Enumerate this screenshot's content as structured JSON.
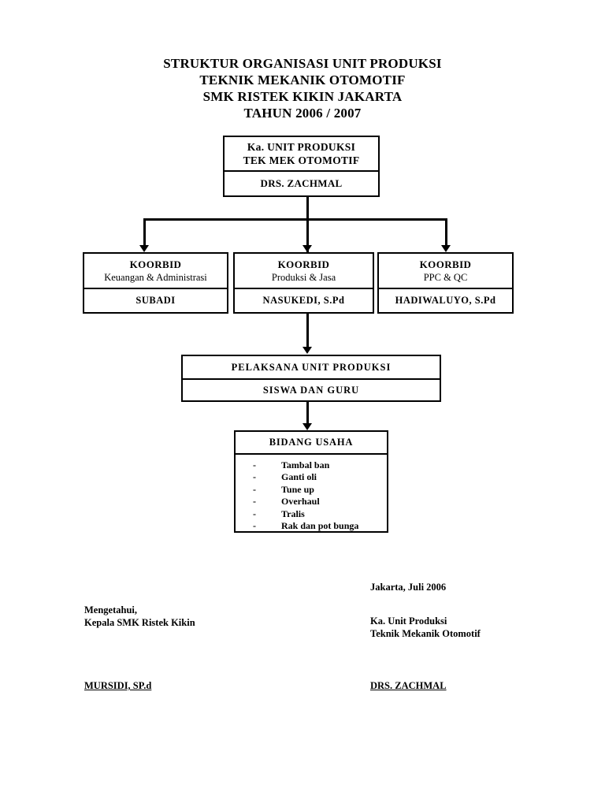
{
  "document": {
    "title_lines": [
      "STRUKTUR ORGANISASI UNIT PRODUKSI",
      "TEKNIK MEKANIK OTOMOTIF",
      "SMK RISTEK KIKIN JAKARTA",
      "TAHUN 2006 / 2007"
    ]
  },
  "chart_data": {
    "type": "diagram",
    "title": "STRUKTUR ORGANISASI UNIT PRODUKSI TEKNIK MEKANIK OTOMOTIF SMK RISTEK KIKIN JAKARTA TAHUN 2006 / 2007",
    "nodes": [
      {
        "id": "head",
        "level": 0,
        "title": "Ka. UNIT PRODUKSI",
        "title2": "TEK MEK OTOMOTIF",
        "name": "DRS. ZACHMAL"
      },
      {
        "id": "koorbid-keuangan",
        "level": 1,
        "title": "KOORBID",
        "subtitle": "Keuangan & Administrasi",
        "name": "SUBADI"
      },
      {
        "id": "koorbid-produksi",
        "level": 1,
        "title": "KOORBID",
        "subtitle": "Produksi & Jasa",
        "name": "NASUKEDI, S.Pd"
      },
      {
        "id": "koorbid-ppc",
        "level": 1,
        "title": "KOORBID",
        "subtitle": "PPC & QC",
        "name": "HADIWALUYO, S.Pd"
      },
      {
        "id": "pelaksana",
        "level": 2,
        "title": "PELAKSANA UNIT PRODUKSI",
        "name": "SISWA DAN GURU"
      },
      {
        "id": "bidang-usaha",
        "level": 3,
        "title": "BIDANG USAHA",
        "items": [
          "Tambal ban",
          "Ganti oli",
          "Tune up",
          "Overhaul",
          "Tralis",
          "Rak dan pot bunga"
        ]
      }
    ],
    "edges": [
      {
        "from": "head",
        "to": "koorbid-keuangan"
      },
      {
        "from": "head",
        "to": "koorbid-produksi"
      },
      {
        "from": "head",
        "to": "koorbid-ppc"
      },
      {
        "from": "koorbid-produksi",
        "to": "pelaksana"
      },
      {
        "from": "pelaksana",
        "to": "bidang-usaha"
      }
    ]
  },
  "top_box": {
    "title_line1": "Ka. UNIT PRODUKSI",
    "title_line2": "TEK MEK OTOMOTIF",
    "name": "DRS. ZACHMAL"
  },
  "koorbid": [
    {
      "head": "KOORBID",
      "sub": "Keuangan & Administrasi",
      "name": "SUBADI"
    },
    {
      "head": "KOORBID",
      "sub": "Produksi & Jasa",
      "name": "NASUKEDI, S.Pd"
    },
    {
      "head": "KOORBID",
      "sub": "PPC & QC",
      "name": "HADIWALUYO, S.Pd"
    }
  ],
  "pelaksana": {
    "title": "PELAKSANA UNIT PRODUKSI",
    "name": "SISWA DAN GURU"
  },
  "bidang_usaha": {
    "title": "BIDANG USAHA",
    "dash": "-",
    "items": [
      "Tambal ban",
      "Ganti oli",
      "Tune up",
      "Overhaul",
      "Tralis",
      "Rak dan pot bunga"
    ]
  },
  "signature": {
    "date": "Jakarta,   Juli 2006",
    "left_heading": "Mengetahui,\nKepala SMK Ristek Kikin",
    "right_heading": "Ka. Unit Produksi\nTeknik Mekanik Otomotif",
    "left_name": "MURSIDI, SP.d",
    "right_name": "DRS. ZACHMAL"
  }
}
